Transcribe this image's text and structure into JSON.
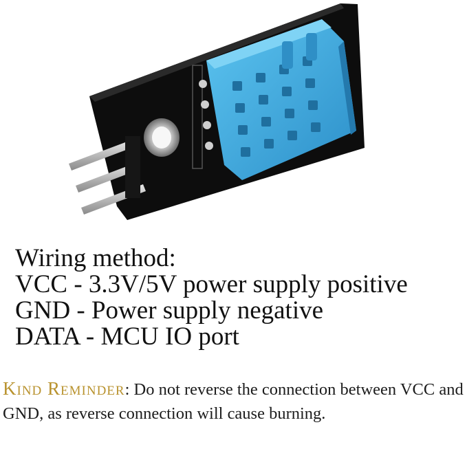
{
  "illustration": {
    "subject": "temperature-humidity-sensor-module",
    "colors": {
      "sensor_body": "#3aa8e0",
      "pcb": "#0d0d0d",
      "pins": "#b8b8b8",
      "accent": "#b9932f"
    }
  },
  "wiring": {
    "heading": "Wiring method:",
    "lines": [
      "VCC - 3.3V/5V power supply positive",
      "GND - Power supply negative",
      "DATA - MCU IO port"
    ]
  },
  "reminder": {
    "label": "Kind Reminder",
    "separator": ":",
    "text": " Do not reverse the connection between VCC and GND, as reverse connection will cause burning."
  }
}
